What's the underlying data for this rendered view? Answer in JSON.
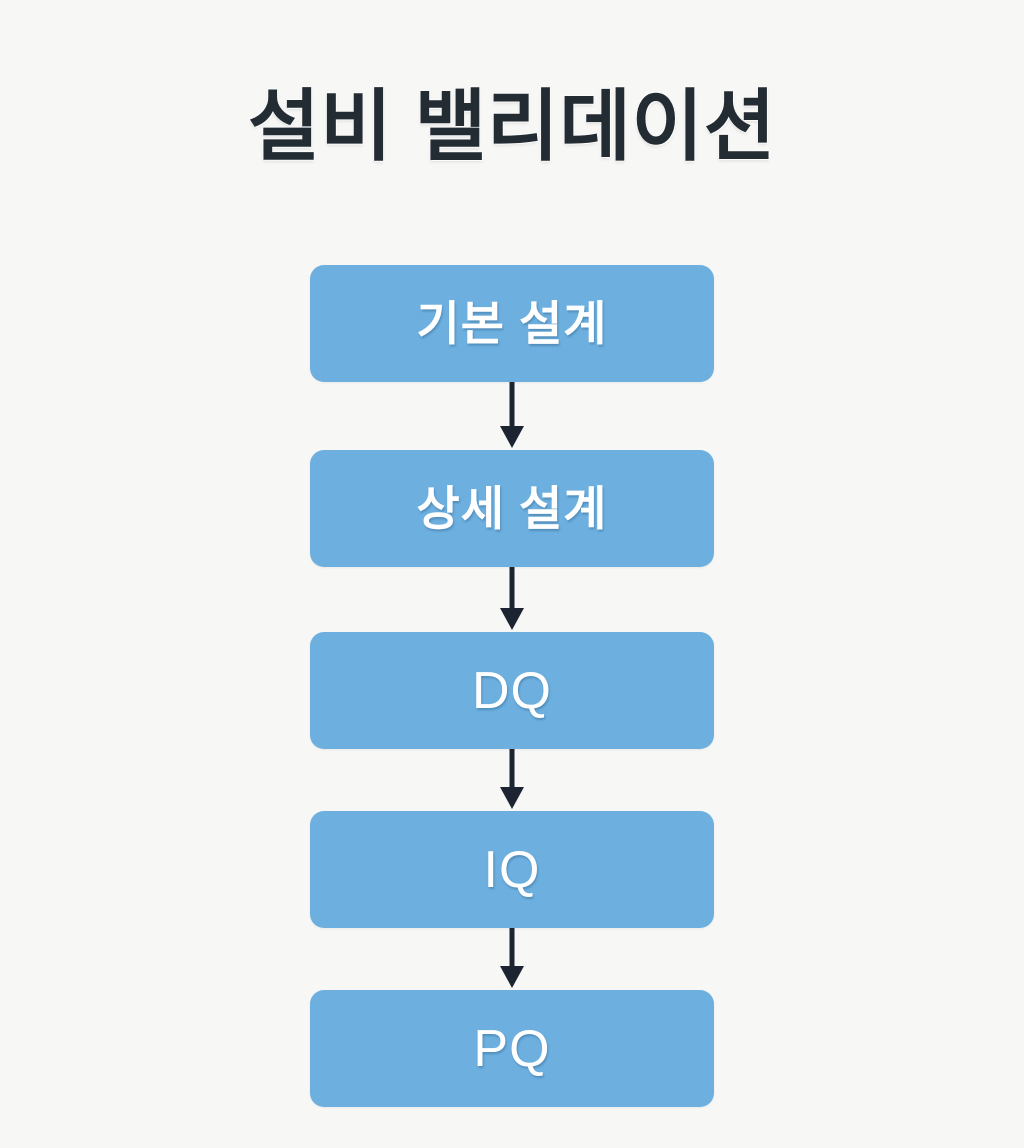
{
  "page": {
    "background_color": "#f7f7f6",
    "title": "설비 밸리데이션"
  },
  "theme": {
    "node_fill": "#6db0e0",
    "node_text_color": "#ffffff",
    "title_color": "#232b33",
    "arrow_color": "#1b2430"
  },
  "diagram": {
    "type": "flowchart",
    "orientation": "vertical",
    "node_count": 5,
    "connector_count": 4,
    "nodes": [
      {
        "id": "basic-design",
        "label": "기본 설계",
        "script": "ko"
      },
      {
        "id": "detailed-design",
        "label": "상세 설계",
        "script": "ko"
      },
      {
        "id": "dq",
        "label": "DQ",
        "script": "en"
      },
      {
        "id": "iq",
        "label": "IQ",
        "script": "en"
      },
      {
        "id": "pq",
        "label": "PQ",
        "script": "en"
      }
    ],
    "edges": [
      {
        "from": "basic-design",
        "to": "detailed-design",
        "style": "solid-arrow"
      },
      {
        "from": "detailed-design",
        "to": "dq",
        "style": "solid-arrow"
      },
      {
        "from": "dq",
        "to": "iq",
        "style": "solid-arrow"
      },
      {
        "from": "iq",
        "to": "pq",
        "style": "solid-arrow"
      }
    ]
  }
}
